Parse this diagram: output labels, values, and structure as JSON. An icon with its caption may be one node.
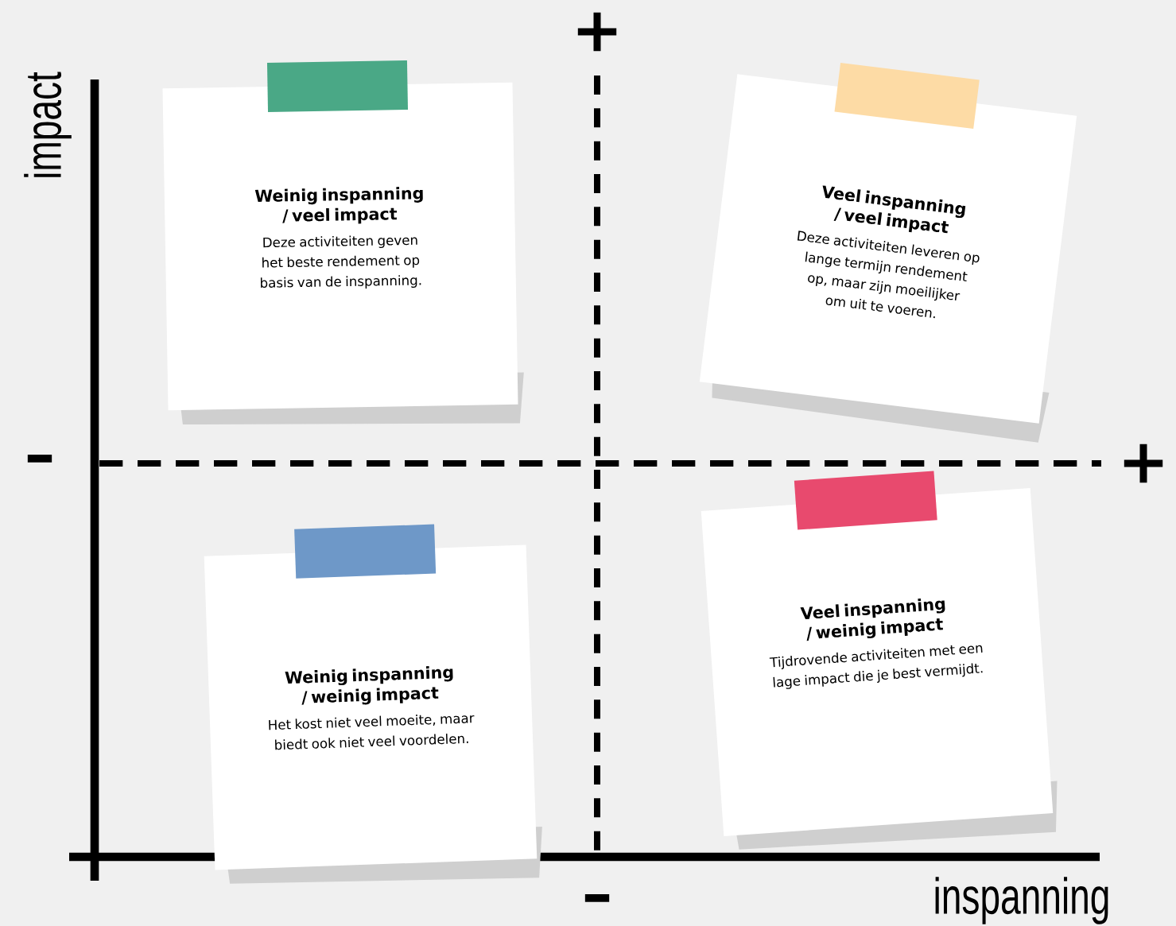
{
  "diagram": {
    "nodes": [
      {
        "text": [
          "Weinig inspanning / veel impact",
          "Deze activiteiten geven het beste rendement op basis van de inspanning."
        ]
      },
      {
        "text": [
          "Veel inspanning / veel impact",
          "Deze activiteiten leveren op lange termijn rendement op, maar zijn moeilijker om uit te voeren."
        ]
      },
      {
        "text": [
          "Weinig inspanning / weinig impact",
          "Het kost niet veel moeite, maar biedt ook niet veel voordelen."
        ]
      },
      {
        "text": [
          "Veel inspanning / weinig impact",
          "Tijdrovende activiteiten met een lage impact die je best vermijdt."
        ]
      }
    ],
    "labels": [
      "+",
      "impact",
      "–",
      "+",
      "–",
      "inspanning"
    ]
  }
}
